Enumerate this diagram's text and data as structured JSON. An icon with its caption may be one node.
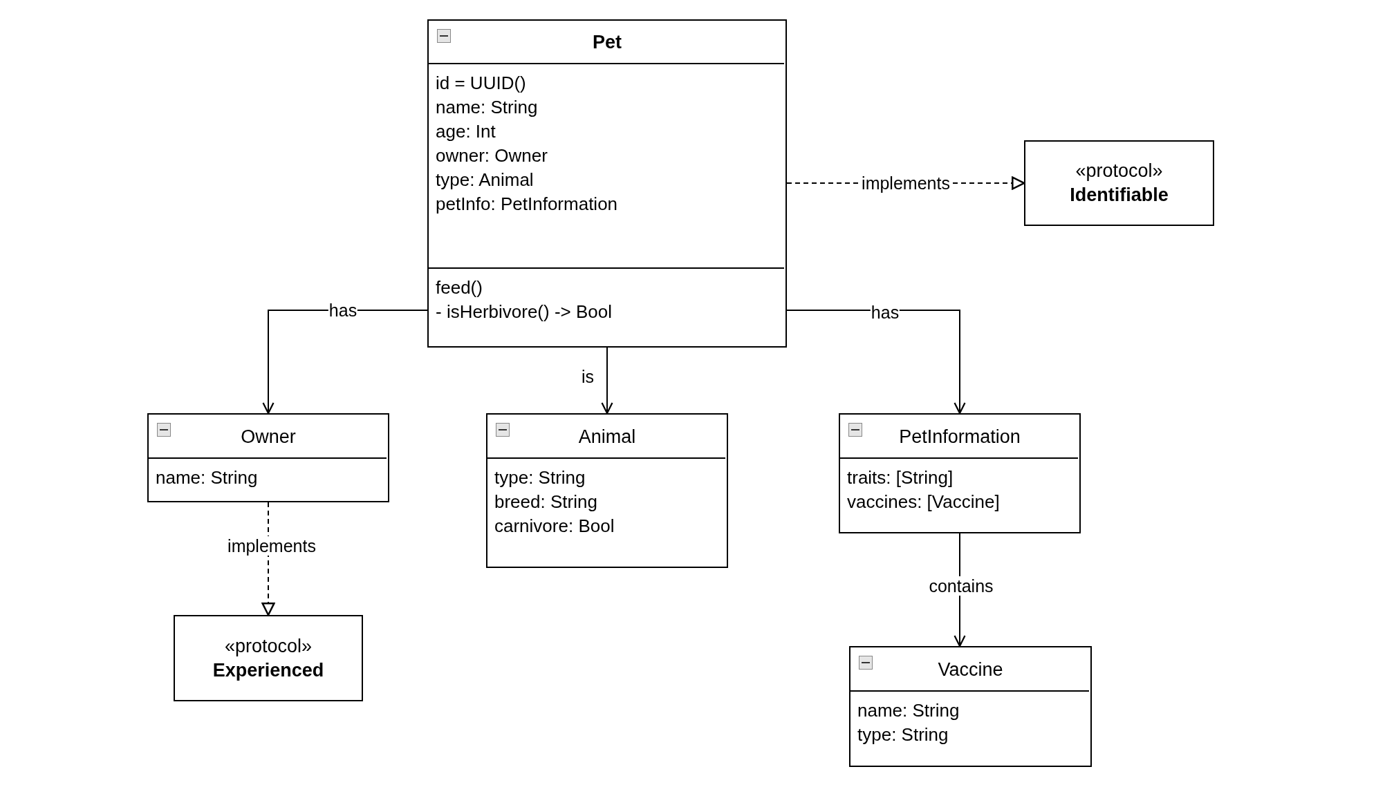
{
  "diagram": {
    "nodes": [
      {
        "text": [
          "Pet"
        ]
      },
      {
        "text": [
          "id = UUID()",
          "name: String",
          "age: Int",
          "owner: Owner",
          "type: Animal",
          "petInfo: PetInformation"
        ],
        "in": 0
      },
      {
        "text": [
          "feed()",
          "- isHerbivore() -> Bool"
        ],
        "in": 0
      },
      {
        "text": [
          "«protocol»",
          "Identifiable"
        ]
      },
      {
        "text": [
          "Owner"
        ]
      },
      {
        "text": [
          "name: String"
        ],
        "in": 4
      },
      {
        "text": [
          "Animal"
        ]
      },
      {
        "text": [
          "type: String",
          "breed: String",
          "carnivore: Bool"
        ],
        "in": 6
      },
      {
        "text": [
          "PetInformation"
        ]
      },
      {
        "text": [
          "traits: [String]",
          "vaccines: [Vaccine]"
        ],
        "in": 8
      },
      {
        "text": [
          "«protocol»",
          "Experienced"
        ]
      },
      {
        "text": [
          "Vaccine"
        ]
      },
      {
        "text": [
          "name: String",
          "type: String"
        ],
        "in": 11
      }
    ],
    "edges": [
      {
        "from": 0,
        "to": 3,
        "arrow": "to",
        "label": "implements",
        "style": "dashed"
      },
      {
        "from": 0,
        "to": 4,
        "arrow": "to",
        "label": "has"
      },
      {
        "from": 0,
        "to": 6,
        "arrow": "to",
        "label": "is"
      },
      {
        "from": 0,
        "to": 8,
        "arrow": "to",
        "label": "has"
      },
      {
        "from": 4,
        "to": 10,
        "arrow": "to",
        "label": "implements",
        "style": "dashed"
      },
      {
        "from": 8,
        "to": 11,
        "arrow": "to",
        "label": "contains"
      }
    ]
  }
}
